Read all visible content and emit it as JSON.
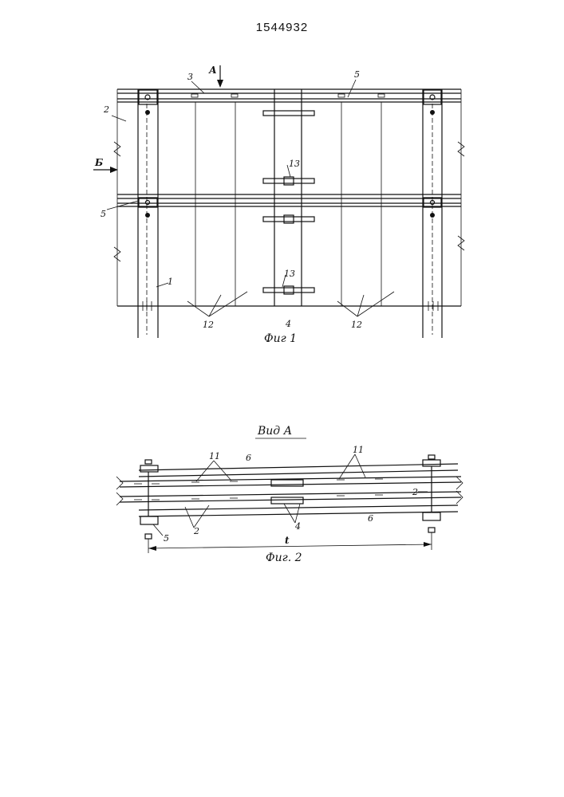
{
  "header": {
    "patent_number": "1544932"
  },
  "figure1": {
    "caption": "Фиг 1",
    "view_marker_a": "А",
    "view_marker_b": "Б",
    "labels": {
      "l1": "1",
      "l2": "2",
      "l3": "3",
      "l4": "4",
      "l5_top": "5",
      "l5_left": "5",
      "l12_left": "12",
      "l12_right": "12",
      "l13_top": "13",
      "l13_bottom": "13"
    }
  },
  "figure2": {
    "title": "Вид А",
    "caption": "Фиг. 2",
    "labels": {
      "l11_left": "11",
      "l11_right": "11",
      "l6_top": "6",
      "l6_bottom": "6",
      "l2_left": "2",
      "l2_right": "2",
      "l4": "4",
      "l5": "5",
      "pitch": "t"
    }
  }
}
